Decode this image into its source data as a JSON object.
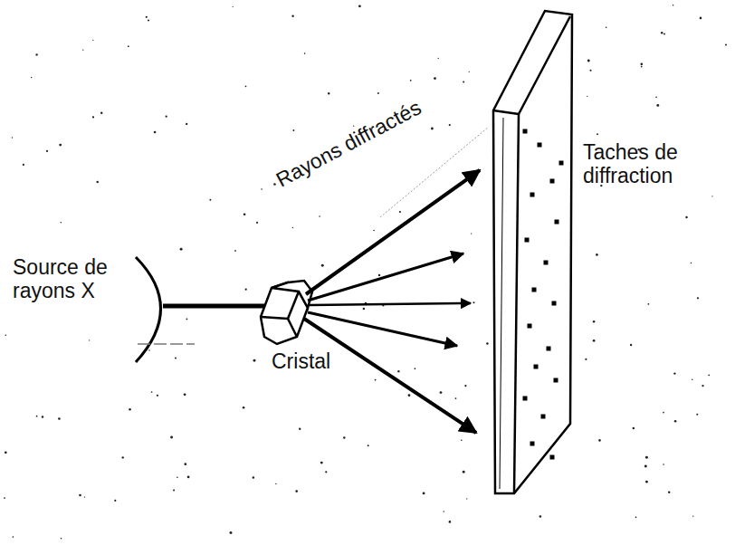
{
  "diagram": {
    "labels": [
      "Rayons diffractés",
      "Taches de diffraction",
      "Source de rayons X",
      "Cristal"
    ]
  }
}
